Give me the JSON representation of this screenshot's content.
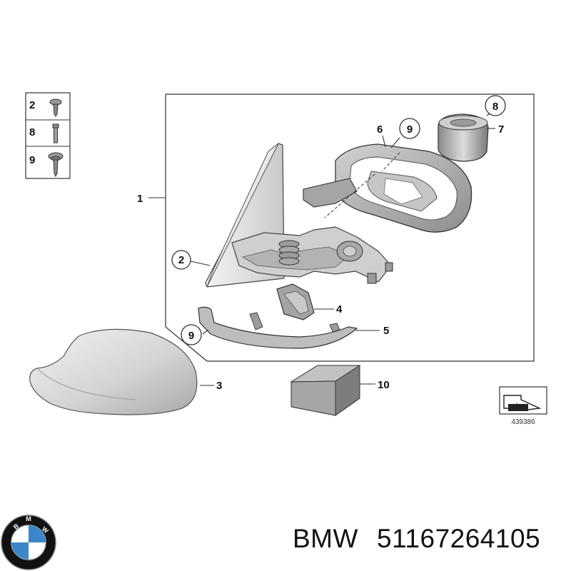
{
  "legend": [
    {
      "number": "2",
      "icon": "screw-icon"
    },
    {
      "number": "8",
      "icon": "bolt-icon"
    },
    {
      "number": "9",
      "icon": "washer-screw-icon"
    }
  ],
  "callouts": {
    "c1": "1",
    "c2": "2",
    "c3": "3",
    "c4": "4",
    "c5": "5",
    "c6": "6",
    "c7": "7",
    "c8": "8",
    "c9a": "9",
    "c9b": "9",
    "c10": "10"
  },
  "diagram_ref": "439386",
  "brand": {
    "logo_icon": "bmw-roundel-icon",
    "name": "BMW",
    "part_number": "51167264105"
  },
  "colors": {
    "line": "#333333",
    "part_grey": "#b9b9b9",
    "part_dark": "#6d6d6d",
    "cap_light": "#e6e6e6"
  }
}
